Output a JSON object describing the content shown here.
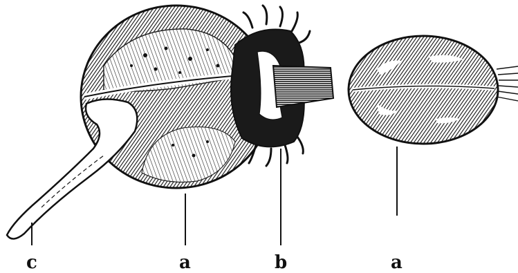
{
  "figure": {
    "labels": {
      "c": "c",
      "a_left": "a",
      "b": "b",
      "a_right": "a"
    }
  },
  "colors": {
    "ink": "#111111",
    "paper": "#ffffff",
    "shade": "#3a3a3a"
  }
}
